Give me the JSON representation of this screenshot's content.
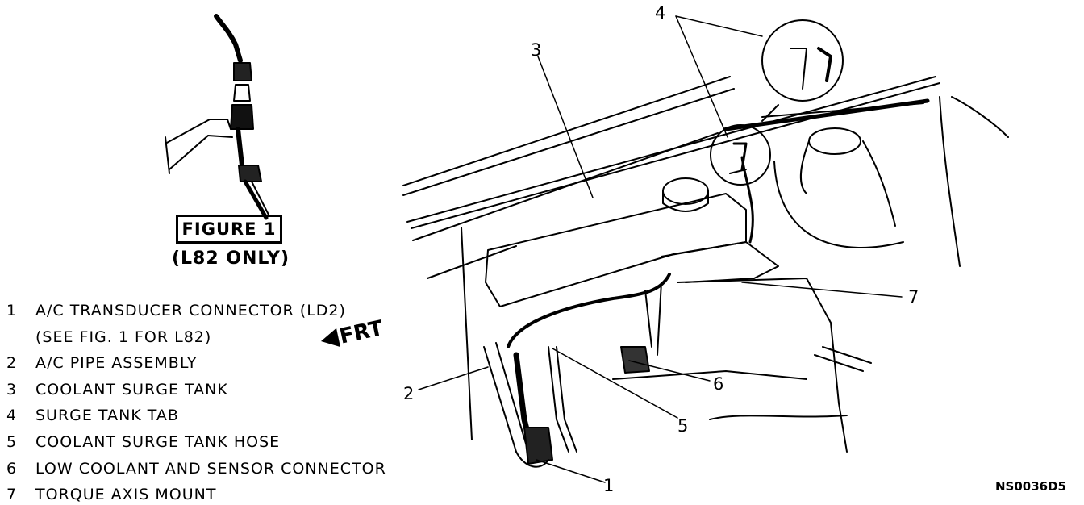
{
  "figure": {
    "label": "FIGURE 1",
    "subtitle": "(L82 ONLY)"
  },
  "legend": [
    {
      "num": "1",
      "text": "A/C TRANSDUCER CONNECTOR (LD2)"
    },
    {
      "num": "",
      "text": "(SEE FIG. 1 FOR L82)"
    },
    {
      "num": "2",
      "text": "A/C PIPE ASSEMBLY"
    },
    {
      "num": "3",
      "text": "COOLANT SURGE TANK"
    },
    {
      "num": "4",
      "text": "SURGE TANK TAB"
    },
    {
      "num": "5",
      "text": "COOLANT SURGE TANK HOSE"
    },
    {
      "num": "6",
      "text": "LOW COOLANT AND SENSOR CONNECTOR"
    },
    {
      "num": "7",
      "text": "TORQUE AXIS MOUNT"
    }
  ],
  "callouts": {
    "c1": "1",
    "c2": "2",
    "c3": "3",
    "c4": "4",
    "c5": "5",
    "c6": "6",
    "c7": "7"
  },
  "direction_label": "FRT",
  "drawing_code": "NS0036D5",
  "icons": {
    "direction": "left-arrow-icon"
  }
}
